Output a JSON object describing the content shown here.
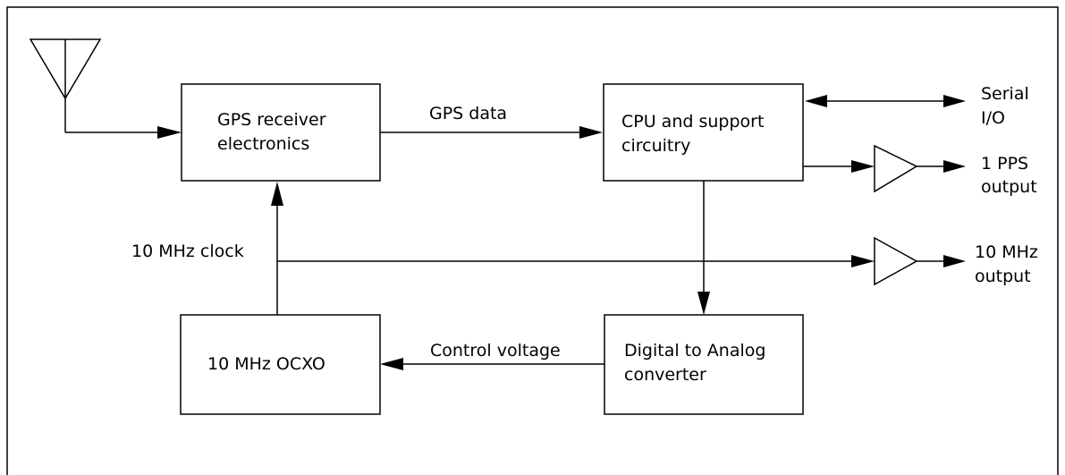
{
  "blocks": {
    "gps_receiver": [
      "GPS receiver",
      "electronics"
    ],
    "cpu": [
      "CPU and support",
      "circuitry"
    ],
    "ocxo": [
      "10 MHz OCXO"
    ],
    "dac": [
      "Digital to Analog",
      "converter"
    ]
  },
  "signals": {
    "gps_data": "GPS data",
    "clock": "10 MHz clock",
    "control_voltage": "Control voltage"
  },
  "outputs": {
    "serial": [
      "Serial",
      "I/O"
    ],
    "pps": [
      "1 PPS",
      "output"
    ],
    "mhz10": [
      "10 MHz",
      "output"
    ]
  }
}
